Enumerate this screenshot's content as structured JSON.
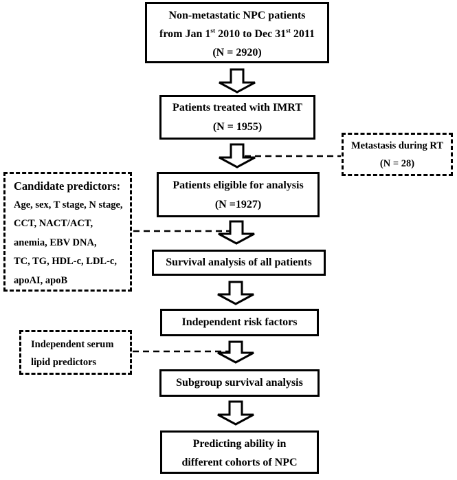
{
  "flowchart": {
    "colors": {
      "ink": "#000000",
      "background": "#ffffff"
    },
    "box1": {
      "line1": "Non-metastatic NPC patients",
      "line2_prefix": "from Jan 1",
      "line2_sup1": "st",
      "line2_mid": " 2010 to Dec 31",
      "line2_sup2": "st",
      "line2_suffix": " 2011",
      "line3": "(N = 2920)"
    },
    "box2": {
      "line1": "Patients treated with IMRT",
      "line2": "(N = 1955)"
    },
    "metastasis": {
      "line1": "Metastasis during RT",
      "line2": "(N = 28)"
    },
    "box3": {
      "line1": "Patients eligible for analysis",
      "line2": "(N =1927)"
    },
    "candidate": {
      "heading": "Candidate predictors:",
      "lines": [
        "Age, sex, T stage, N stage,",
        "CCT, NACT/ACT,",
        "anemia, EBV DNA,",
        "TC, TG, HDL-c, LDL-c,",
        "apoAI, apoB"
      ]
    },
    "box4": {
      "line1": "Survival analysis of all patients"
    },
    "box5": {
      "line1": "Independent risk factors"
    },
    "lipid": {
      "line1": "Independent serum",
      "line2": "lipid predictors"
    },
    "box6": {
      "line1": "Subgroup survival analysis"
    },
    "box7": {
      "line1": "Predicting ability in",
      "line2": "different cohorts of NPC"
    }
  }
}
